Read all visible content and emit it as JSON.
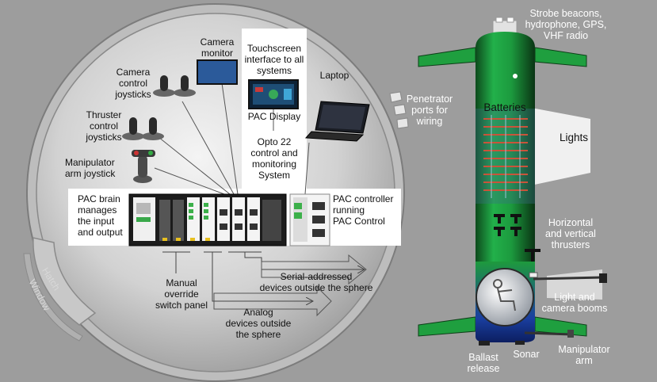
{
  "sphere_labels": {
    "camera_monitor": "Camera\nmonitor",
    "touchscreen": "Touchscreen\ninterface to all\nsystems",
    "pac_display": "PAC Display",
    "laptop": "Laptop",
    "camera_joysticks": "Camera\ncontrol\njoysticks",
    "thruster_joysticks": "Thruster\ncontrol\njoysticks",
    "manipulator_joystick": "Manipulator\narm joystick",
    "opto22": "Opto 22\ncontrol and\nmonitoring\nSystem",
    "pac_brain": "PAC brain\nmanages\nthe input\nand output",
    "pac_controller": "PAC controller\nrunning\nPAC Control",
    "manual_override": "Manual\noverride\nswitch panel",
    "serial_devices": "Serial-addressed\ndevices outside the sphere",
    "analog_devices": "Analog\ndevices outside\nthe sphere",
    "hatch": "Hatch",
    "window": "Window"
  },
  "sub_labels": {
    "strobe": "Strobe beacons,\nhydrophone, GPS,\nVHF radio",
    "penetrator": "Penetrator\nports for\nwiring",
    "batteries": "Batteries",
    "lights": "Lights",
    "thrusters": "Horizontal\nand vertical\nthrusters",
    "booms": "Light and\ncamera booms",
    "ballast": "Ballast\nrelease",
    "sonar": "Sonar",
    "manipulator_arm": "Manipulator\narm"
  },
  "colors": {
    "background": "#9d9d9d",
    "sub_green": "#1d9e3b",
    "sub_dark": "#0e3a17",
    "battery_wire": "#c9543a",
    "label_white": "#ffffff"
  },
  "icons": {
    "joystick": "joystick-icon",
    "monitor": "monitor-icon",
    "laptop": "laptop-icon",
    "pac_module": "pac-module-icon"
  }
}
